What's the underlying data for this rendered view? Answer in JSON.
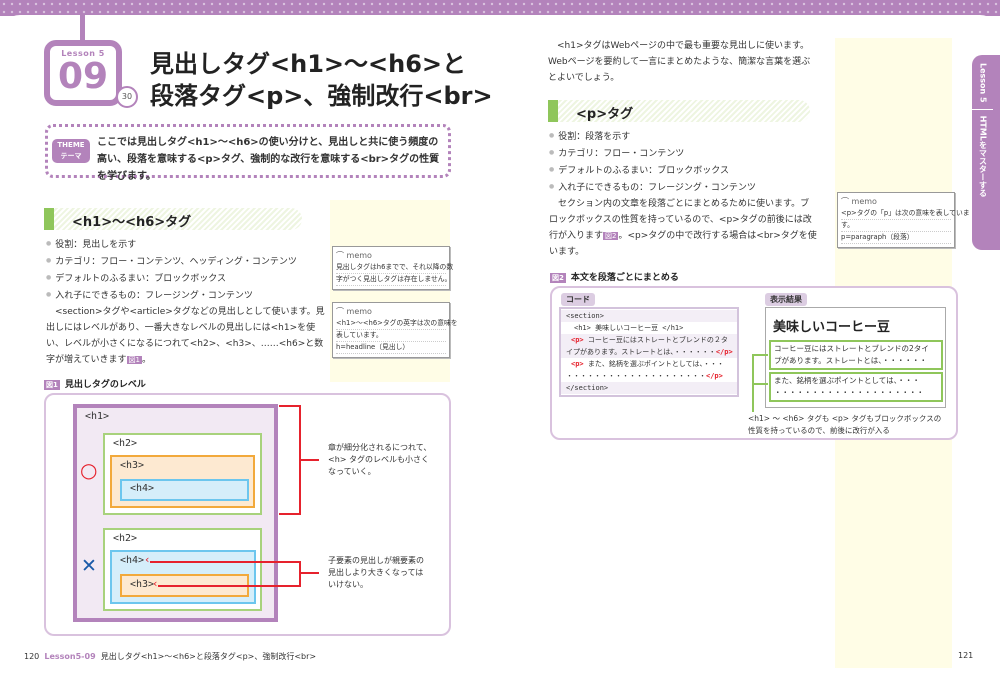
{
  "lesson": {
    "label": "Lesson 5",
    "number": "09",
    "time": "30"
  },
  "title": [
    "見出しタグ<h1>〜<h6>と",
    "段落タグ<p>、強制改行<br>"
  ],
  "theme": {
    "badge_en": "THEME",
    "badge_ja": "テーマ",
    "text": "ここでは見出しタグ<h1>〜<h6>の使い分けと、見出しと共に使う頻度の高い、段落を意味する<p>タグ、強制的な改行を意味する<br>タグの性質を学びます。"
  },
  "left": {
    "heading": "<h1>〜<h6>タグ",
    "bullets": [
      "役割：見出しを示す",
      "カテゴリ：フロー・コンテンツ、ヘッディング・コンテンツ",
      "デフォルトのふるまい：ブロックボックス",
      "入れ子にできるもの：フレージング・コンテンツ"
    ],
    "para": [
      "　<section>タグや<article>タグなどの見出しとして使います。見",
      "出しにはレベルがあり、一番大きなレベルの見出しには<h1>を使",
      "い、レベルが小さくになるにつれて<h2>、<h3>、……<h6>と数",
      "字が増えていきます"
    ],
    "para_ref": "図1",
    "para_end": "。",
    "memos": [
      {
        "head": "memo",
        "lines": [
          "見出しタグはh6までで、それ以降の数",
          "字がつく見出しタグは存在しません。"
        ]
      },
      {
        "head": "memo",
        "lines": [
          "<h1>〜<h6>タグの英字は次の意味を",
          "表しています。",
          "h=headline（見出し）"
        ]
      }
    ],
    "figure": {
      "num": "図1",
      "title": "見出しタグのレベル",
      "boxes": {
        "h1": "<h1>",
        "h2a": "<h2>",
        "h3a": "<h3>",
        "h4a": "<h4>",
        "h2b": "<h2>",
        "h4b": "<h4>",
        "h3b": "<h3>"
      },
      "ok_mark": "○",
      "ng_mark": "✕",
      "note1": [
        "章が細分化されるにつれて、",
        "<h> タグのレベルも小さく",
        "なっていく。"
      ],
      "note2": [
        "子要素の見出しが親要素の",
        "見出しより大きくなっては",
        "いけない。"
      ]
    }
  },
  "right": {
    "intro": [
      "　<h1>タグはWebページの中で最も重要な見出しに使います。",
      "Webページを要約して一言にまとめたような、簡潔な言葉を選ぶ",
      "とよいでしょう。"
    ],
    "heading": "<p>タグ",
    "bullets": [
      "役割：段落を示す",
      "カテゴリ：フロー・コンテンツ",
      "デフォルトのふるまい：ブロックボックス",
      "入れ子にできるもの：フレージング・コンテンツ"
    ],
    "para": [
      "　セクション内の文章を段落ごとにまとめるために使います。ブ",
      "ロックボックスの性質を持っているので、<p>タグの前後には改",
      "行が入ります",
      "。<p>タグの中で改行する場合は<br>タグを使",
      "います。"
    ],
    "para_ref": "図2",
    "memo": {
      "head": "memo",
      "lines": [
        "<p>タグの「p」は次の意味を表していま",
        "す。",
        "p=paragraph（段落）"
      ]
    },
    "figure": {
      "num": "図2",
      "title": "本文を段落ごとにまとめる",
      "code_label": "コード",
      "result_label": "表示結果",
      "code": {
        "l1": "<section>",
        "l2": "<h1> 美味しいコーヒー豆 </h1>",
        "p_open": "<p>",
        "l3a": " コーヒー豆にはストレートとブレンドの２タ",
        "l3b": "イプがあります。ストレートとは、・・・・・・",
        "p_close": "</p>",
        "l4a": " また、銘柄を選ぶポイントとしては、・・・",
        "l4b": "・・・・・・・・・・・・・・・・・・・・",
        "l5": "</section>"
      },
      "result": {
        "h1": "美味しいコーヒー豆",
        "p1": [
          "コーヒー豆にはストレートとブレンドの2タイ",
          "プがあります。ストレートとは、・・・・・・"
        ],
        "p2": [
          "また、銘柄を選ぶポイントとしては、・・・",
          "・・・・・・・・・・・・・・・・・・・・"
        ]
      },
      "caption": [
        "<h1> ～ <h6> タグも <p> タグもブロックボックスの",
        "性質を持っているので、前後に改行が入る"
      ]
    }
  },
  "sidetab": {
    "lesson": "Lesson 5",
    "chapter": "HTMLをマスターする"
  },
  "footer": {
    "left_page": "120",
    "left_lesson": "Lesson5-09",
    "left_title": "見出しタグ<h1>〜<h6>と段落タグ<p>、強制改行<br>",
    "right_page": "121"
  },
  "colors": {
    "accent": "#b383bb",
    "green": "#8fc65b",
    "red": "#e6222d",
    "memo_bg": "#fffde6"
  }
}
